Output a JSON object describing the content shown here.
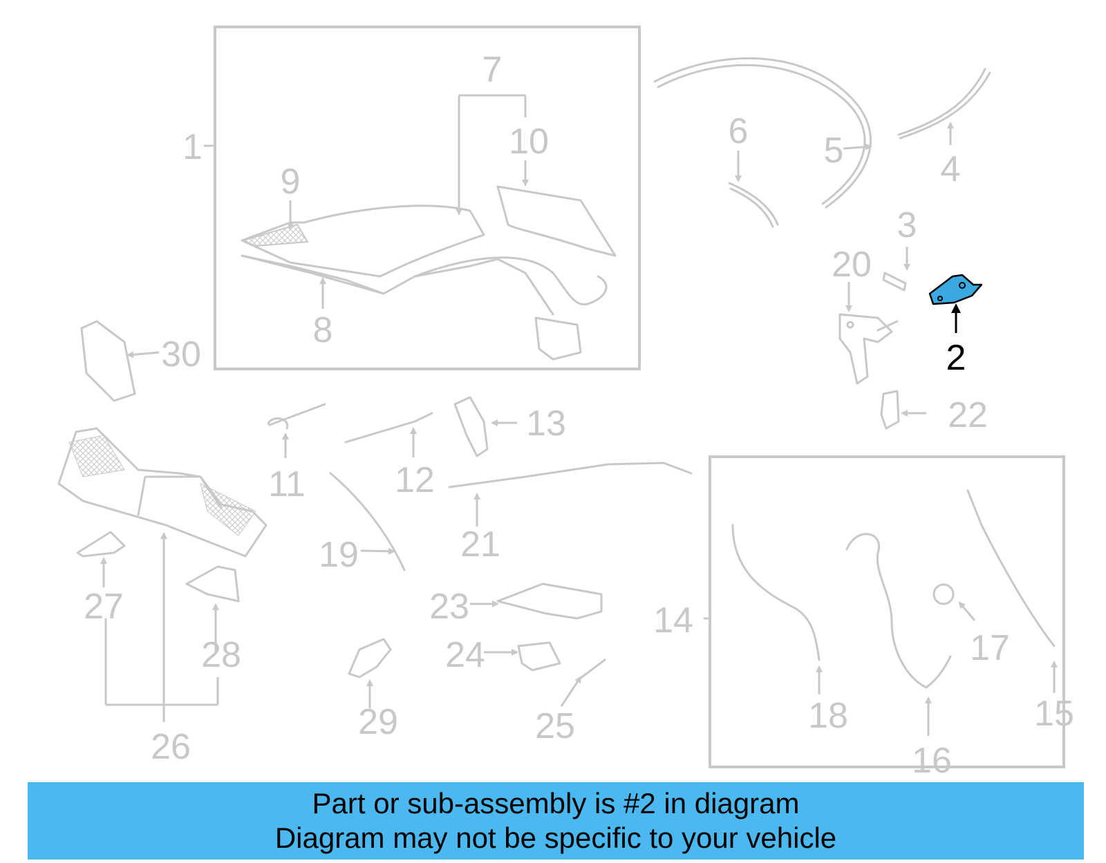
{
  "diagram": {
    "highlight_color": "#3aa9e0",
    "part_color": "#c8c8c8",
    "highlighted_callout": "2",
    "callouts": [
      "1",
      "2",
      "3",
      "4",
      "5",
      "6",
      "7",
      "8",
      "9",
      "10",
      "11",
      "12",
      "13",
      "14",
      "15",
      "16",
      "17",
      "18",
      "19",
      "20",
      "21",
      "22",
      "23",
      "24",
      "25",
      "26",
      "27",
      "28",
      "29",
      "30"
    ]
  },
  "banner": {
    "line1": "Part or sub-assembly is #2 in diagram",
    "line2": "Diagram may not be specific to your vehicle",
    "background_color": "#4cb8f0"
  }
}
